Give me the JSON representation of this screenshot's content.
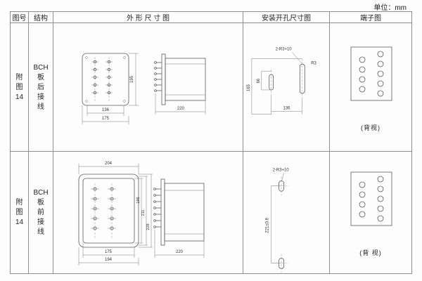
{
  "unit_label": "单位：mm",
  "headers": {
    "figure_no": "图号",
    "structure": "结构",
    "outline": "外 形 尺 寸 图",
    "mounting": "安装开孔尺寸图",
    "terminal": "端子图"
  },
  "rows": [
    {
      "figure_no_lines": [
        "附",
        "图",
        "14"
      ],
      "structure_lines": [
        "BCH",
        "板",
        "后",
        "接",
        "线"
      ],
      "outline_dims": {
        "height": "195",
        "inner_width": "136",
        "outer_width": "175",
        "depth": "220"
      },
      "mounting_dims": {
        "note": "2-R3+10",
        "radius": "R3",
        "height": "165",
        "offset": "66",
        "width": "136"
      },
      "terminal_caption": "(背视)"
    },
    {
      "figure_no_lines": [
        "附",
        "图",
        "14"
      ],
      "structure_lines": [
        "BCH",
        "板",
        "前",
        "接",
        "线"
      ],
      "outline_dims": {
        "top_width": "204",
        "inner_height": "195",
        "mid_height": "211",
        "outer_height": "228",
        "inner_width": "175",
        "outer_width": "194",
        "depth": "220"
      },
      "mounting_dims": {
        "note": "2-R3+10",
        "height": "221±0.8"
      },
      "terminal_caption": "(背 视)"
    }
  ]
}
